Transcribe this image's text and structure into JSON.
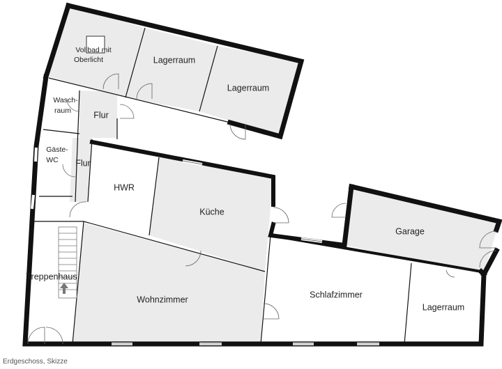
{
  "plan": {
    "rooms": {
      "vollbad_l1": "Vollbad mit",
      "vollbad_l2": "Oberlicht",
      "lager_1": "Lagerraum",
      "lager_2": "Lagerraum",
      "wasch_l1": "Wasch-",
      "wasch_l2": "raum",
      "flur_1": "Flur",
      "gaeste_l1": "Gäste-",
      "gaeste_l2": "WC",
      "flur_2": "Flur",
      "hwr": "HWR",
      "kueche": "Küche",
      "garage": "Garage",
      "treppenhaus": "Treppenhaus",
      "wohnzimmer": "Wohnzimmer",
      "schlafzimmer": "Schlafzimmer",
      "lager_3": "Lagerraum"
    },
    "colors": {
      "wall": "#111111",
      "fill_grey": "#ebebeb",
      "fill_white": "#ffffff"
    },
    "caption": "Erdgeschoss, Skizze"
  }
}
